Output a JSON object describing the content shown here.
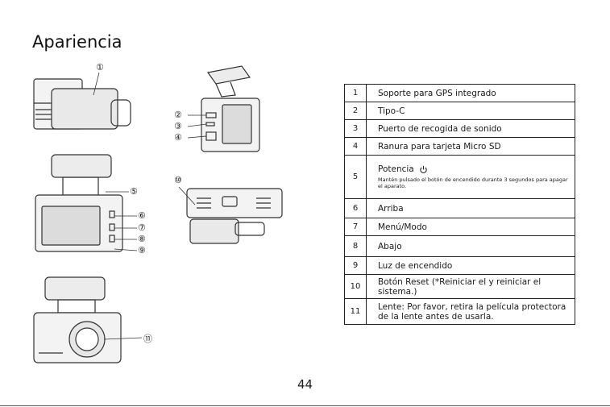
{
  "heading": "Apariencia",
  "page_number": "44",
  "callouts": [
    "①",
    "②",
    "③",
    "④",
    "⑤",
    "⑥",
    "⑦",
    "⑧",
    "⑨",
    "⑩",
    "⑪"
  ],
  "items": [
    {
      "num": "1",
      "label": "Soporte para GPS integrado"
    },
    {
      "num": "2",
      "label": "Tipo-C"
    },
    {
      "num": "3",
      "label": "Puerto de recogida de sonido"
    },
    {
      "num": "4",
      "label": "Ranura para tarjeta Micro SD"
    },
    {
      "num": "5",
      "label": "Potencia",
      "icon": "power-icon",
      "note": "Mantén pulsado el botón de encendido durante 3 segundos para apagar el aparato."
    },
    {
      "num": "6",
      "label": "Arriba"
    },
    {
      "num": "7",
      "label": "Menú/Modo"
    },
    {
      "num": "8",
      "label": "Abajo"
    },
    {
      "num": "9",
      "label": "Luz de encendido"
    },
    {
      "num": "10",
      "label": "Botón Reset (*Reiniciar el y reiniciar el sistema.)"
    },
    {
      "num": "11",
      "label": "Lente: Por favor, retira la película protectora de la lente antes de usarla."
    }
  ]
}
